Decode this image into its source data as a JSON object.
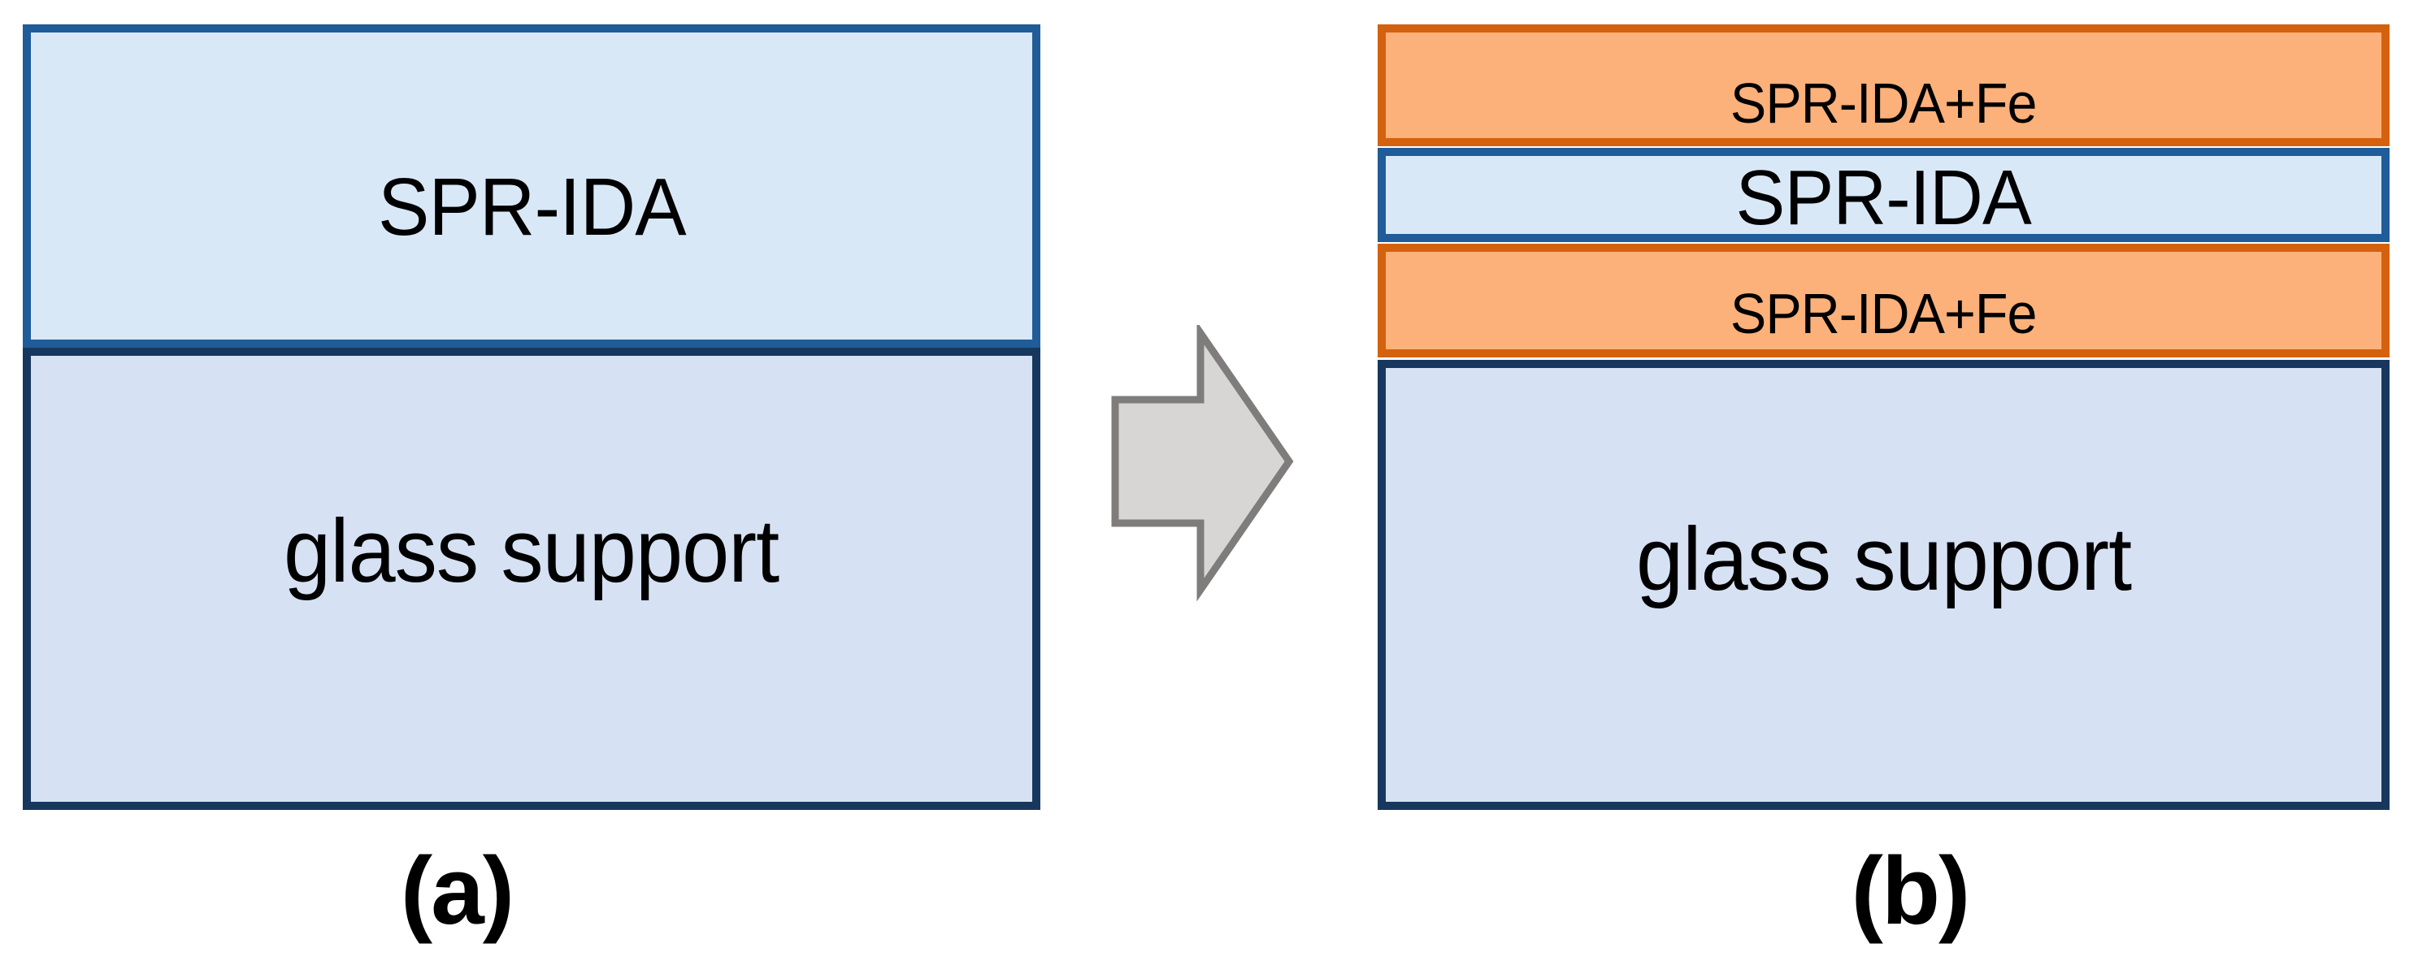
{
  "figure": {
    "description": "Two-panel layered-structure diagram of an SPR-IDA sensor chip before and after Fe loading",
    "colors": {
      "spr_ida_fill": "#d9e8f7",
      "spr_ida_border": "#1f5c99",
      "glass_fill": "#d6e2f3",
      "glass_border": "#17375e",
      "fe_fill": "#fcb17a",
      "fe_border": "#d4610e",
      "arrow_fill": "#d8d5d5",
      "arrow_border": "#7f7c7c",
      "text": "#000000"
    },
    "panels": [
      {
        "id": "a",
        "caption": "(a)",
        "layers": [
          {
            "label": "SPR-IDA",
            "type": "spr-ida"
          },
          {
            "label": "glass support",
            "type": "glass"
          }
        ]
      },
      {
        "id": "b",
        "caption": "(b)",
        "layers": [
          {
            "label": "SPR-IDA+Fe",
            "type": "spr-ida-fe"
          },
          {
            "label": "SPR-IDA",
            "type": "spr-ida"
          },
          {
            "label": "SPR-IDA+Fe",
            "type": "spr-ida-fe"
          },
          {
            "label": "glass support",
            "type": "glass"
          }
        ]
      }
    ],
    "arrow": {
      "direction": "right"
    }
  }
}
